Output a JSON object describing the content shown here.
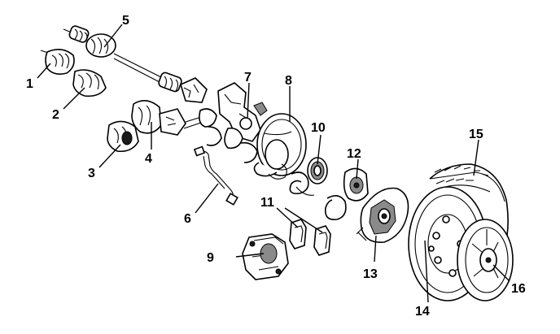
{
  "diagram": {
    "callouts": [
      "1",
      "2",
      "3",
      "4",
      "5",
      "6",
      "7",
      "8",
      "9",
      "10",
      "11",
      "12",
      "13",
      "14",
      "15",
      "16"
    ]
  },
  "parts": [
    {
      "callout": "1",
      "icon": "outer-cv-joint-icon"
    },
    {
      "callout": "2",
      "icon": "cv-joint-boot-icon"
    },
    {
      "callout": "3",
      "icon": "inner-boot-icon"
    },
    {
      "callout": "4",
      "icon": "inner-cv-joint-icon"
    },
    {
      "callout": "5",
      "icon": "drive-shaft-icon"
    },
    {
      "callout": "6",
      "icon": "brake-hose-icon"
    },
    {
      "callout": "7",
      "icon": "steering-knuckle-icon"
    },
    {
      "callout": "8",
      "icon": "brake-backing-plate-icon"
    },
    {
      "callout": "9",
      "icon": "brake-caliper-icon"
    },
    {
      "callout": "10",
      "icon": "wheel-bearing-icon"
    },
    {
      "callout": "11",
      "icon": "brake-pads-icon"
    },
    {
      "callout": "12",
      "icon": "wheel-hub-icon"
    },
    {
      "callout": "13",
      "icon": "caliper-bracket-icon"
    },
    {
      "callout": "14",
      "icon": "brake-disc-icon"
    },
    {
      "callout": "15",
      "icon": "tire-icon"
    },
    {
      "callout": "16",
      "icon": "wheel-rim-icon"
    }
  ]
}
